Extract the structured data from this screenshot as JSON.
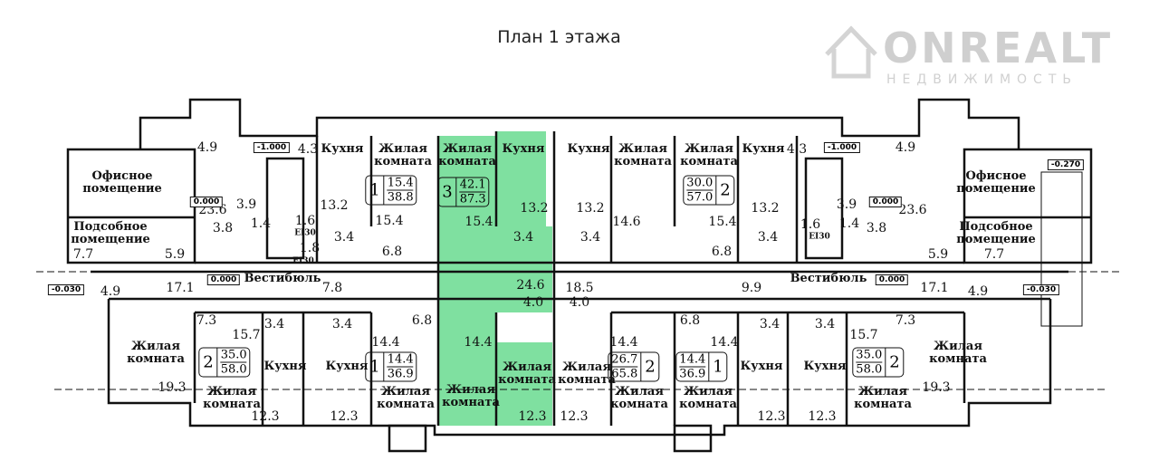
{
  "title": "План 1 этажа",
  "watermark": {
    "brand": "ONREALT",
    "subtitle": "НЕДВИЖИМОСТЬ"
  },
  "colors": {
    "selected_unit": "#7fe0a0",
    "walls": "#111111"
  },
  "labels": [
    "Офисное\nпомещение",
    "23.6",
    "Подсобное\nпомещение",
    "7.7",
    "5.9",
    "4.9",
    "4.3",
    "3.9",
    "3.8",
    "1.4",
    "1.6",
    "EI30",
    "1.8",
    "EI30",
    "Вестибюль",
    "4.9",
    "17.1",
    "7.8",
    "Кухня",
    "Жилая\nкомната",
    "13.2",
    "15.4",
    "3.4",
    "6.8",
    "Жилая\nкомната",
    "15.4",
    "Кухня",
    "13.2",
    "3.4",
    "24.6",
    "4.0",
    "14.4",
    "Жилая\nкомната",
    "Жилая\nкомната",
    "12.3",
    "Кухня",
    "13.2",
    "3.4",
    "18.5",
    "4.0",
    "Жилая\nкомната",
    "14.6",
    "Жилая\nкомната",
    "15.4",
    "6.8",
    "Кухня",
    "13.2",
    "3.4",
    "9.9",
    "4.3",
    "4.9",
    "3.9",
    "1.6",
    "EI30",
    "1.4",
    "3.8",
    "23.6",
    "Офисное\nпомещение",
    "Подсобное\nпомещение",
    "5.9",
    "7.7",
    "Вестибюль",
    "17.1",
    "4.9",
    "7.3",
    "Жилая\nкомната",
    "19.3",
    "15.7",
    "Жилая\nкомната",
    "3.4",
    "3.4",
    "Кухня",
    "Кухня",
    "12.3",
    "12.3",
    "6.8",
    "14.4",
    "Жилая\nкомната",
    "Жилая\nкомната",
    "12.3",
    "14.4",
    "Жилая\nкомната",
    "6.8",
    "14.4",
    "Жилая\nкомната",
    "3.4",
    "3.4",
    "Кухня",
    "Кухня",
    "12.3",
    "12.3",
    "7.3",
    "15.7",
    "Жилая\nкомната",
    "Жилая\nкомната",
    "19.3"
  ],
  "level_marks": [
    "-1.000",
    "0.000",
    "0.000",
    "-0.030",
    "-1.000",
    "0.000",
    "0.000",
    "-0.270",
    "-0.030"
  ],
  "apartments": [
    {
      "rooms": "1",
      "living": "15.4",
      "total": "38.8"
    },
    {
      "rooms": "3",
      "living": "42.1",
      "total": "87.3"
    },
    {
      "rooms": "2",
      "living": "30.0",
      "total": "57.0"
    },
    {
      "rooms": "2",
      "living": "35.0",
      "total": "58.0"
    },
    {
      "rooms": "1",
      "living": "14.4",
      "total": "36.9"
    },
    {
      "rooms": "2",
      "living": "26.7",
      "total": "65.8"
    },
    {
      "rooms": "1",
      "living": "14.4",
      "total": "36.9"
    },
    {
      "rooms": "2",
      "living": "35.0",
      "total": "58.0"
    }
  ]
}
